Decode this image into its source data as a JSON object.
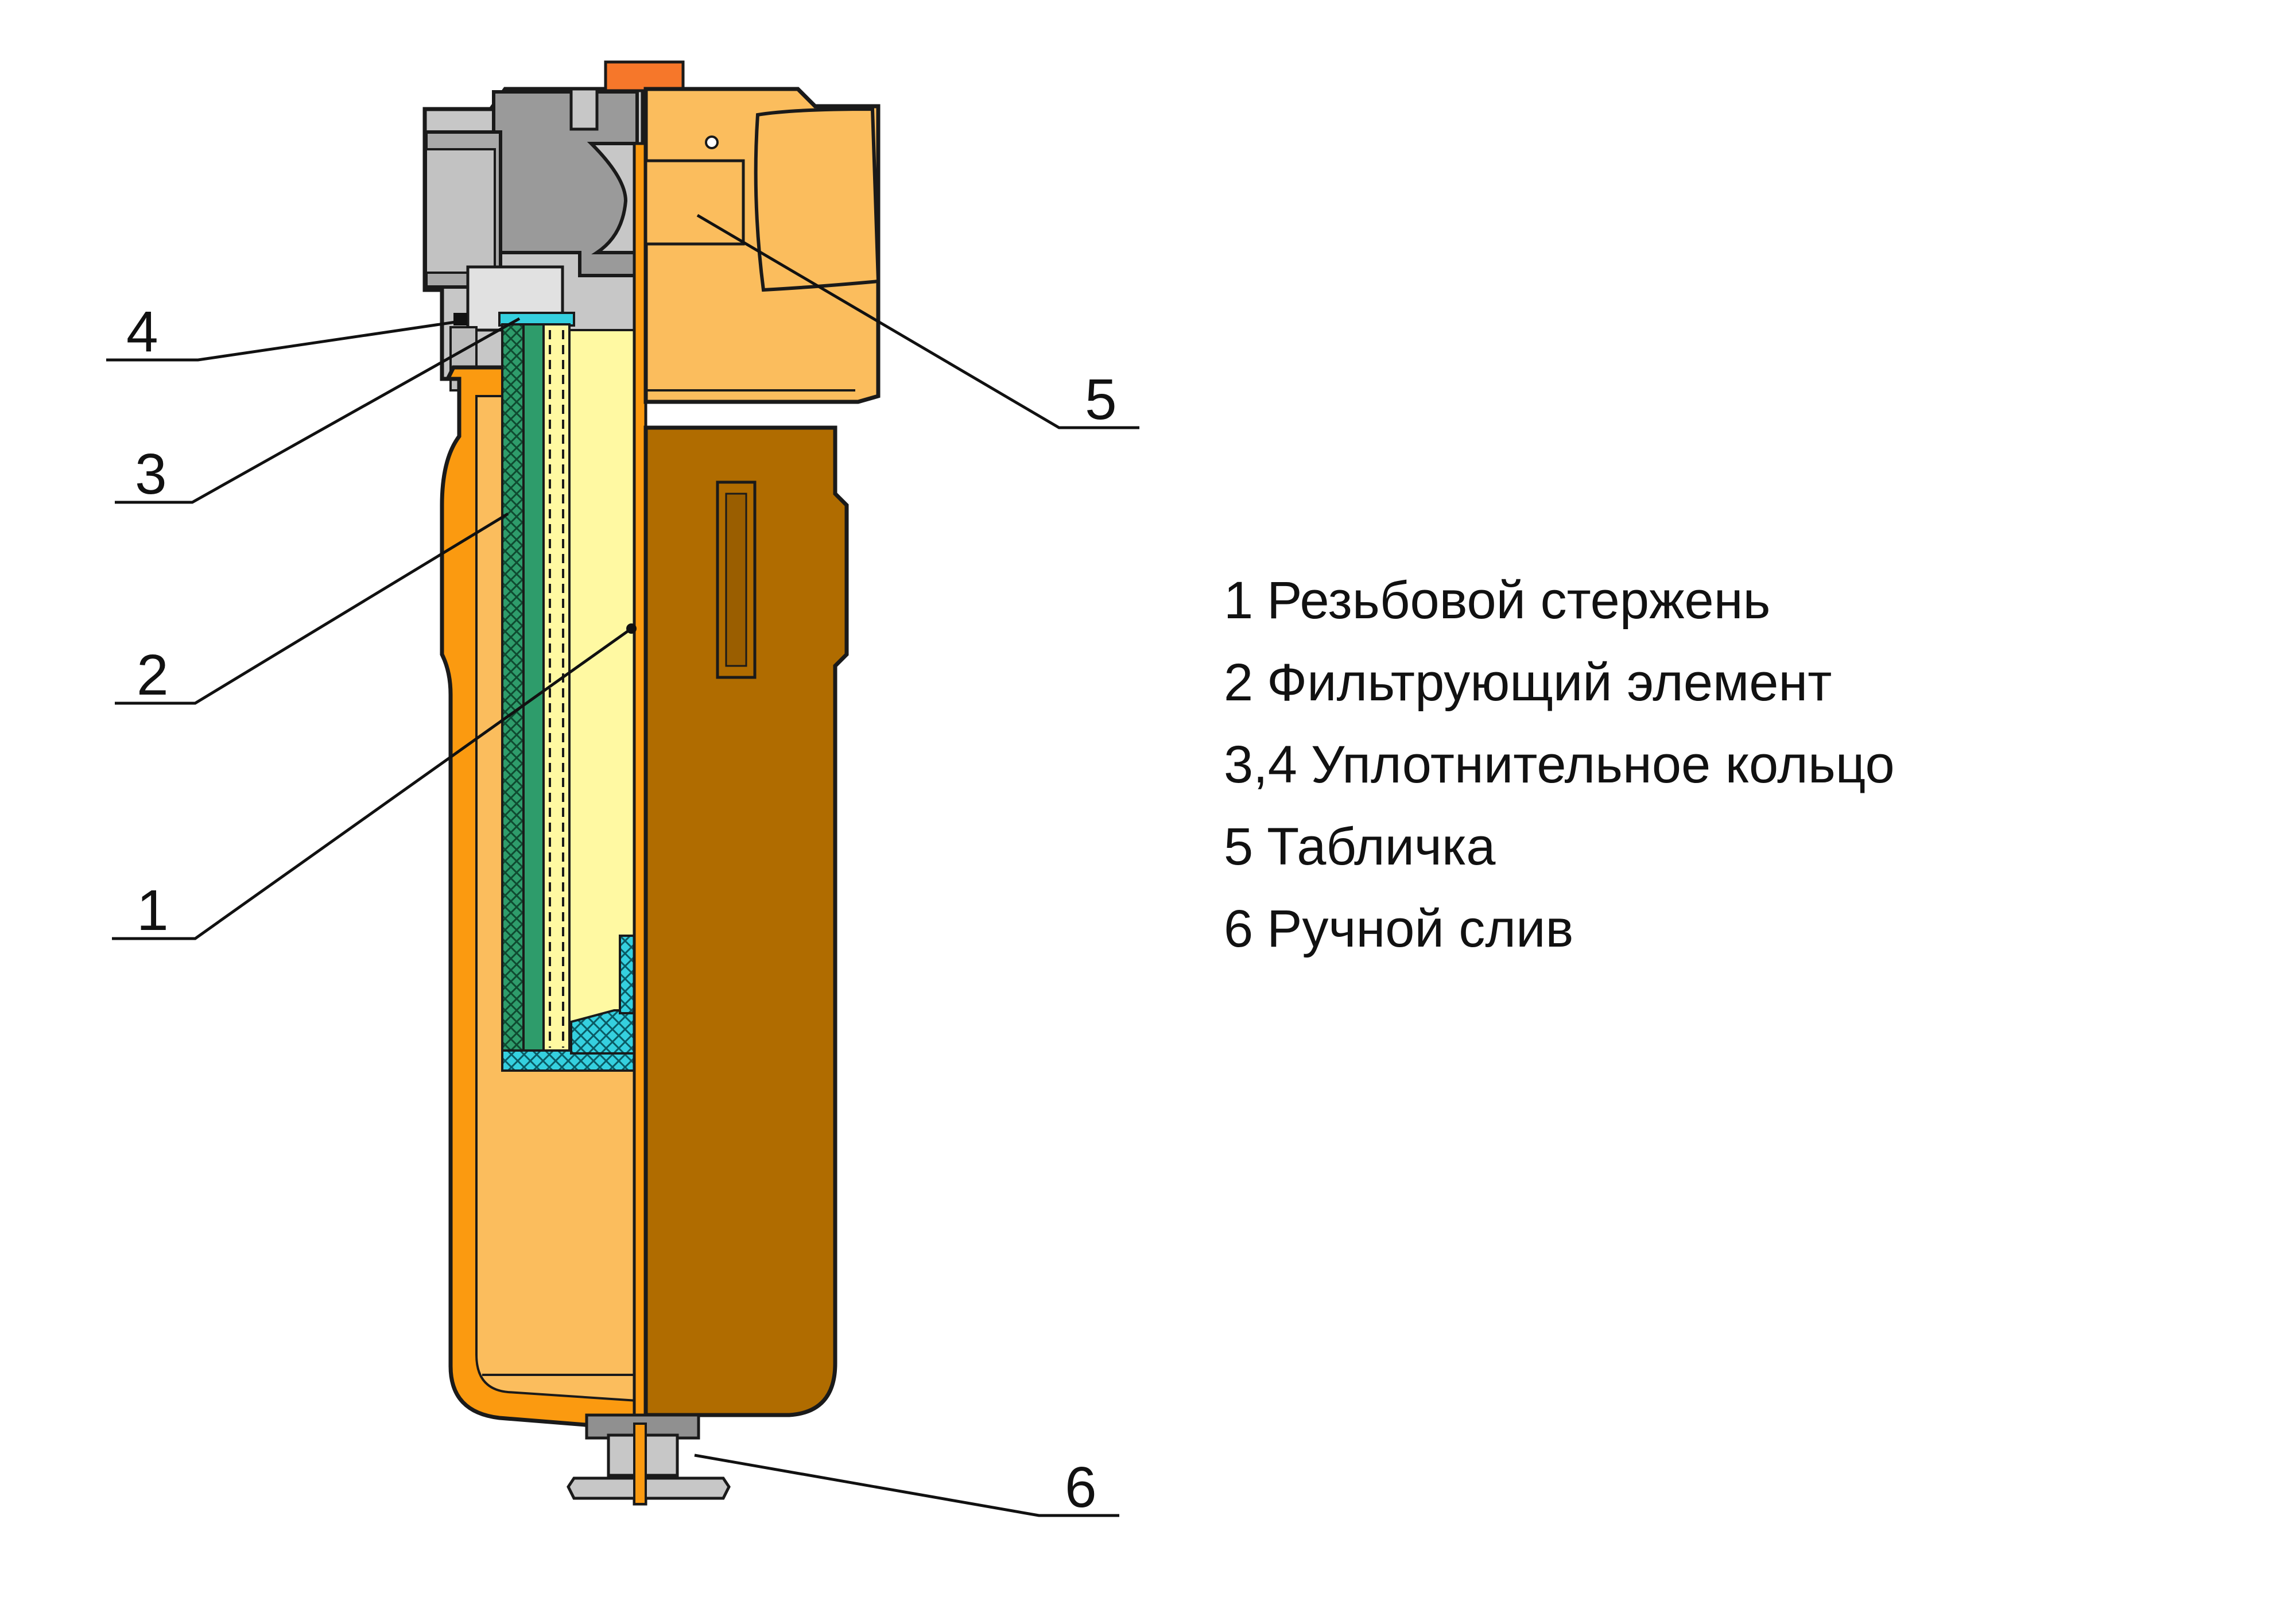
{
  "callouts": [
    "1",
    "2",
    "3",
    "4",
    "5",
    "6"
  ],
  "legend": [
    {
      "num": "1",
      "text": "Резьбовой стержень"
    },
    {
      "num": "2",
      "text": "Фильтрующий элемент"
    },
    {
      "num": "3,4",
      "text": "Уплотнительное кольцо"
    },
    {
      "num": "5",
      "text": "Табличка"
    },
    {
      "num": "6",
      "text": "Ручной слив"
    }
  ],
  "colors": {
    "head_grey": "#c7c7c7",
    "head_dark_grey": "#8e8e8e",
    "bowl_orange": "#fbbd5d",
    "bowl_edge_orange": "#fb9a10",
    "bowl_brown": "#b06c00",
    "cap_orange": "#f6772a",
    "element_green": "#2e9c6b",
    "element_core_yellow": "#fff9a2",
    "seal_cyan": "#35d0df",
    "leader_line": "#111111"
  }
}
